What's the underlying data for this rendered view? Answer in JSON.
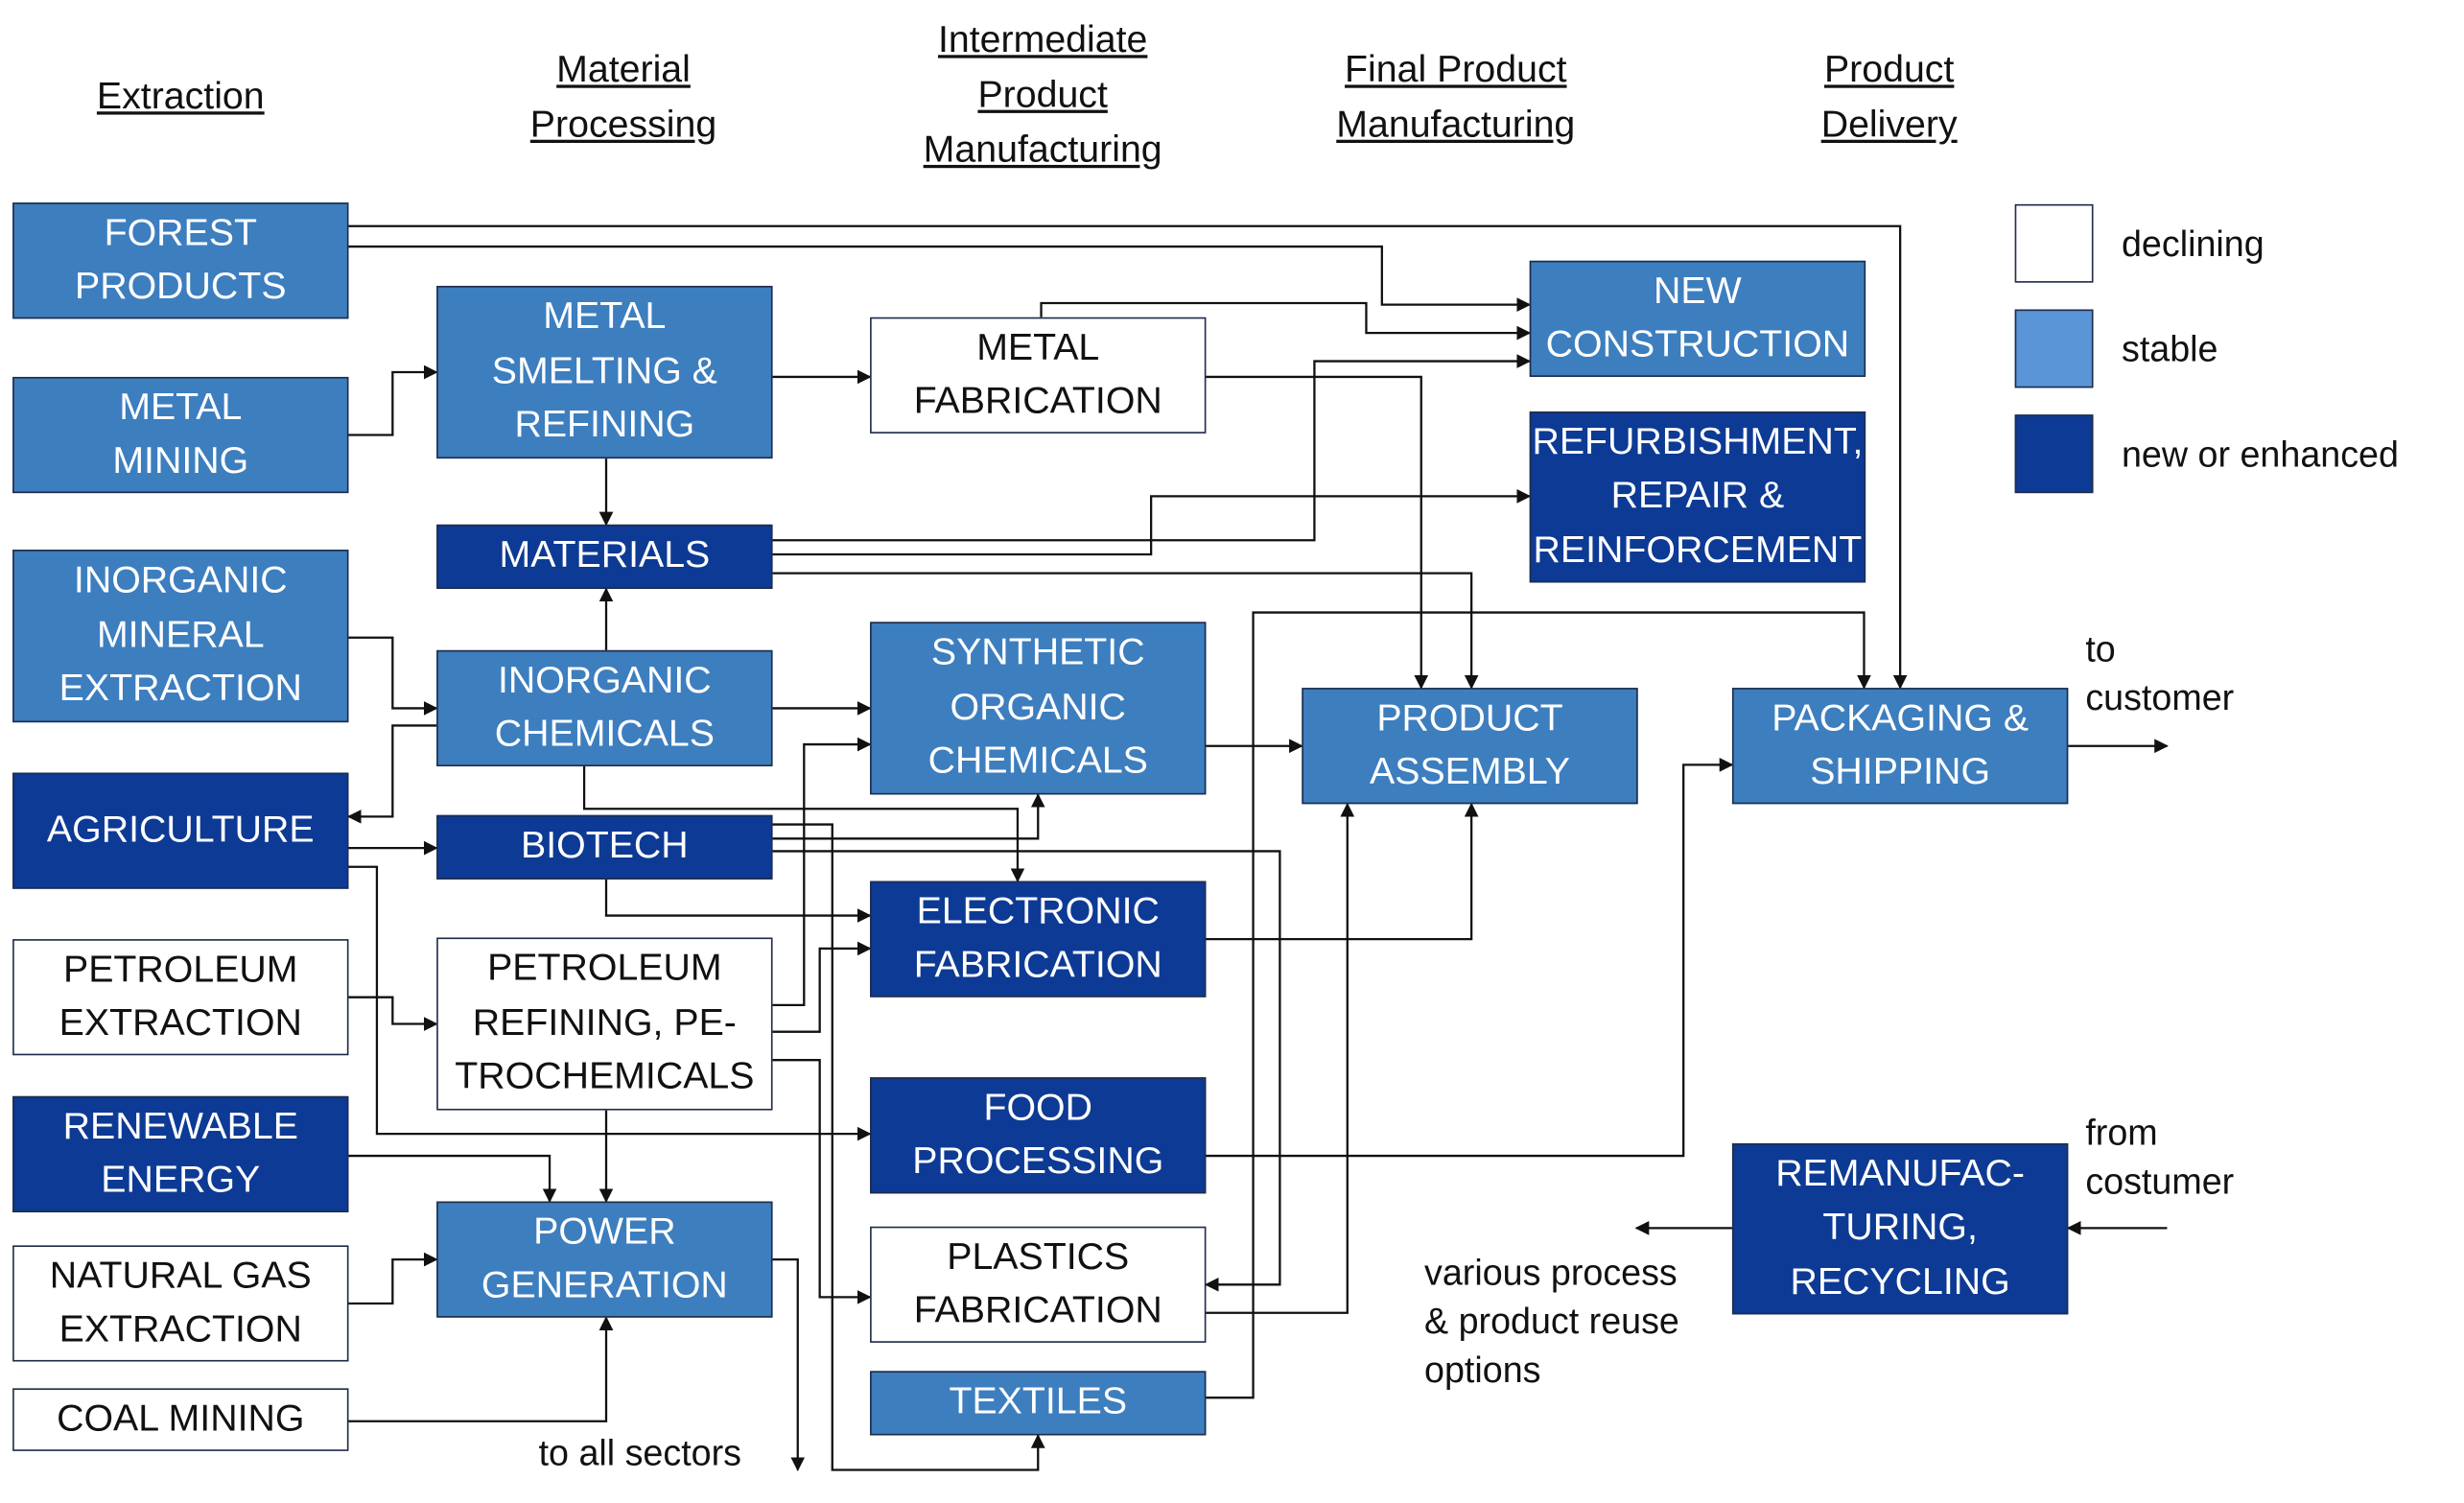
{
  "headers": {
    "extraction": "Extraction",
    "material_processing": "Material\nProcessing",
    "intermediate": "Intermediate\nProduct\nManufacturing",
    "final_product": "Final Product\nManufacturing",
    "delivery": "Product\nDelivery"
  },
  "nodes": {
    "forest": {
      "label": "FOREST\nPRODUCTS",
      "status": "stable"
    },
    "metal_mining": {
      "label": "METAL\nMINING",
      "status": "stable"
    },
    "inorganic_mineral": {
      "label": "INORGANIC\nMINERAL\nEXTRACTION",
      "status": "stable"
    },
    "agriculture": {
      "label": "AGRICULTURE",
      "status": "new or enhanced"
    },
    "petroleum_extraction": {
      "label": "PETROLEUM\nEXTRACTION",
      "status": "declining"
    },
    "renewable": {
      "label": "RENEWABLE\nENERGY",
      "status": "new or enhanced"
    },
    "natural_gas": {
      "label": "NATURAL GAS\nEXTRACTION",
      "status": "declining"
    },
    "coal": {
      "label": "COAL MINING",
      "status": "declining"
    },
    "smelting": {
      "label": "METAL\nSMELTING &\nREFINING",
      "status": "stable"
    },
    "materials": {
      "label": "MATERIALS",
      "status": "new or enhanced"
    },
    "inorganic_chem": {
      "label": "INORGANIC\nCHEMICALS",
      "status": "stable"
    },
    "biotech": {
      "label": "BIOTECH",
      "status": "new or enhanced"
    },
    "petroleum_refining": {
      "label": "PETROLEUM\nREFINING, PE-\nTROCHEMICALS",
      "status": "declining"
    },
    "power": {
      "label": "POWER\nGENERATION",
      "status": "stable"
    },
    "metal_fab": {
      "label": "METAL\nFABRICATION",
      "status": "declining"
    },
    "synthetic": {
      "label": "SYNTHETIC\nORGANIC\nCHEMICALS",
      "status": "stable"
    },
    "electronic": {
      "label": "ELECTRONIC\nFABRICATION",
      "status": "new or enhanced"
    },
    "food": {
      "label": "FOOD\nPROCESSING",
      "status": "new or enhanced"
    },
    "plastics": {
      "label": "PLASTICS\nFABRICATION",
      "status": "declining"
    },
    "textiles": {
      "label": "TEXTILES",
      "status": "stable"
    },
    "new_construction": {
      "label": "NEW\nCONSTRUCTION",
      "status": "stable"
    },
    "refurbishment": {
      "label": "REFURBISHMENT,\nREPAIR &\nREINFORCEMENT",
      "status": "new or enhanced"
    },
    "assembly": {
      "label": "PRODUCT\nASSEMBLY",
      "status": "stable"
    },
    "packaging": {
      "label": "PACKAGING &\nSHIPPING",
      "status": "stable"
    },
    "remanufacturing": {
      "label": "REMANUFAC-\nTURING,\nRECYCLING",
      "status": "new or enhanced"
    }
  },
  "notes": {
    "to_customer": "to\ncustomer",
    "from_customer": "from\ncostumer",
    "reuse": "various process\n& product reuse\noptions",
    "to_all_sectors": "to all sectors"
  },
  "legend": [
    {
      "label": "declining",
      "color": "#ffffff"
    },
    {
      "label": "stable",
      "color": "#3d7ebf"
    },
    {
      "label": "new or enhanced",
      "color": "#0d3a94"
    }
  ],
  "colors": {
    "stable": "#3d7ebf",
    "new": "#0d3a94",
    "declining": "#ffffff",
    "line": "#111111"
  }
}
